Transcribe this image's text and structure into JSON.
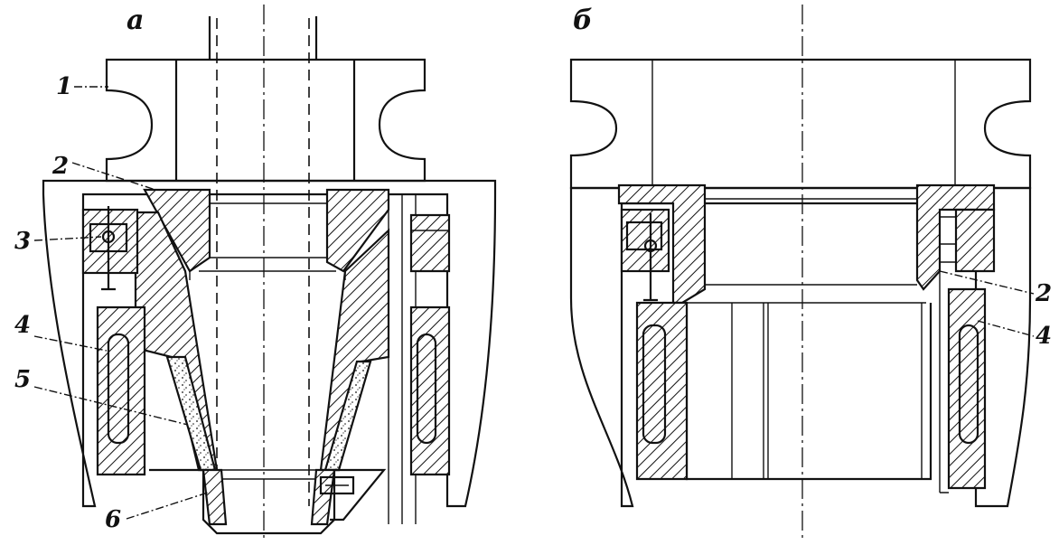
{
  "figure": {
    "panels": [
      {
        "letter": "а"
      },
      {
        "letter": "б"
      }
    ],
    "callouts_a": [
      "1",
      "2",
      "3",
      "4",
      "5",
      "6"
    ],
    "callouts_b": [
      "2",
      "4"
    ],
    "line_color": "#111111",
    "background": "#ffffff"
  }
}
